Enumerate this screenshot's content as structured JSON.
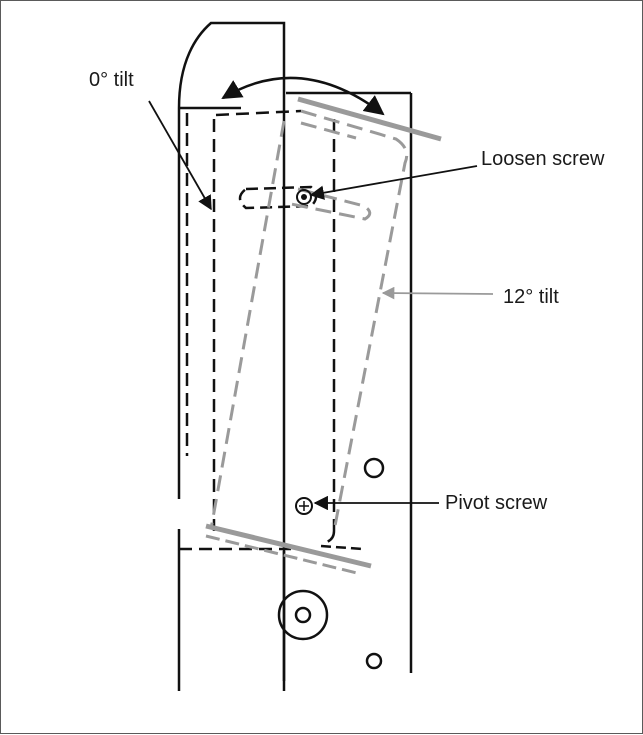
{
  "labels": {
    "zero_tilt": "0° tilt",
    "twelve_tilt": "12° tilt",
    "loosen_screw": "Loosen screw",
    "pivot_screw": "Pivot screw"
  },
  "colors": {
    "black_line": "#111111",
    "gray_line": "#9a9a9a",
    "frame": "#5a5a5a"
  }
}
